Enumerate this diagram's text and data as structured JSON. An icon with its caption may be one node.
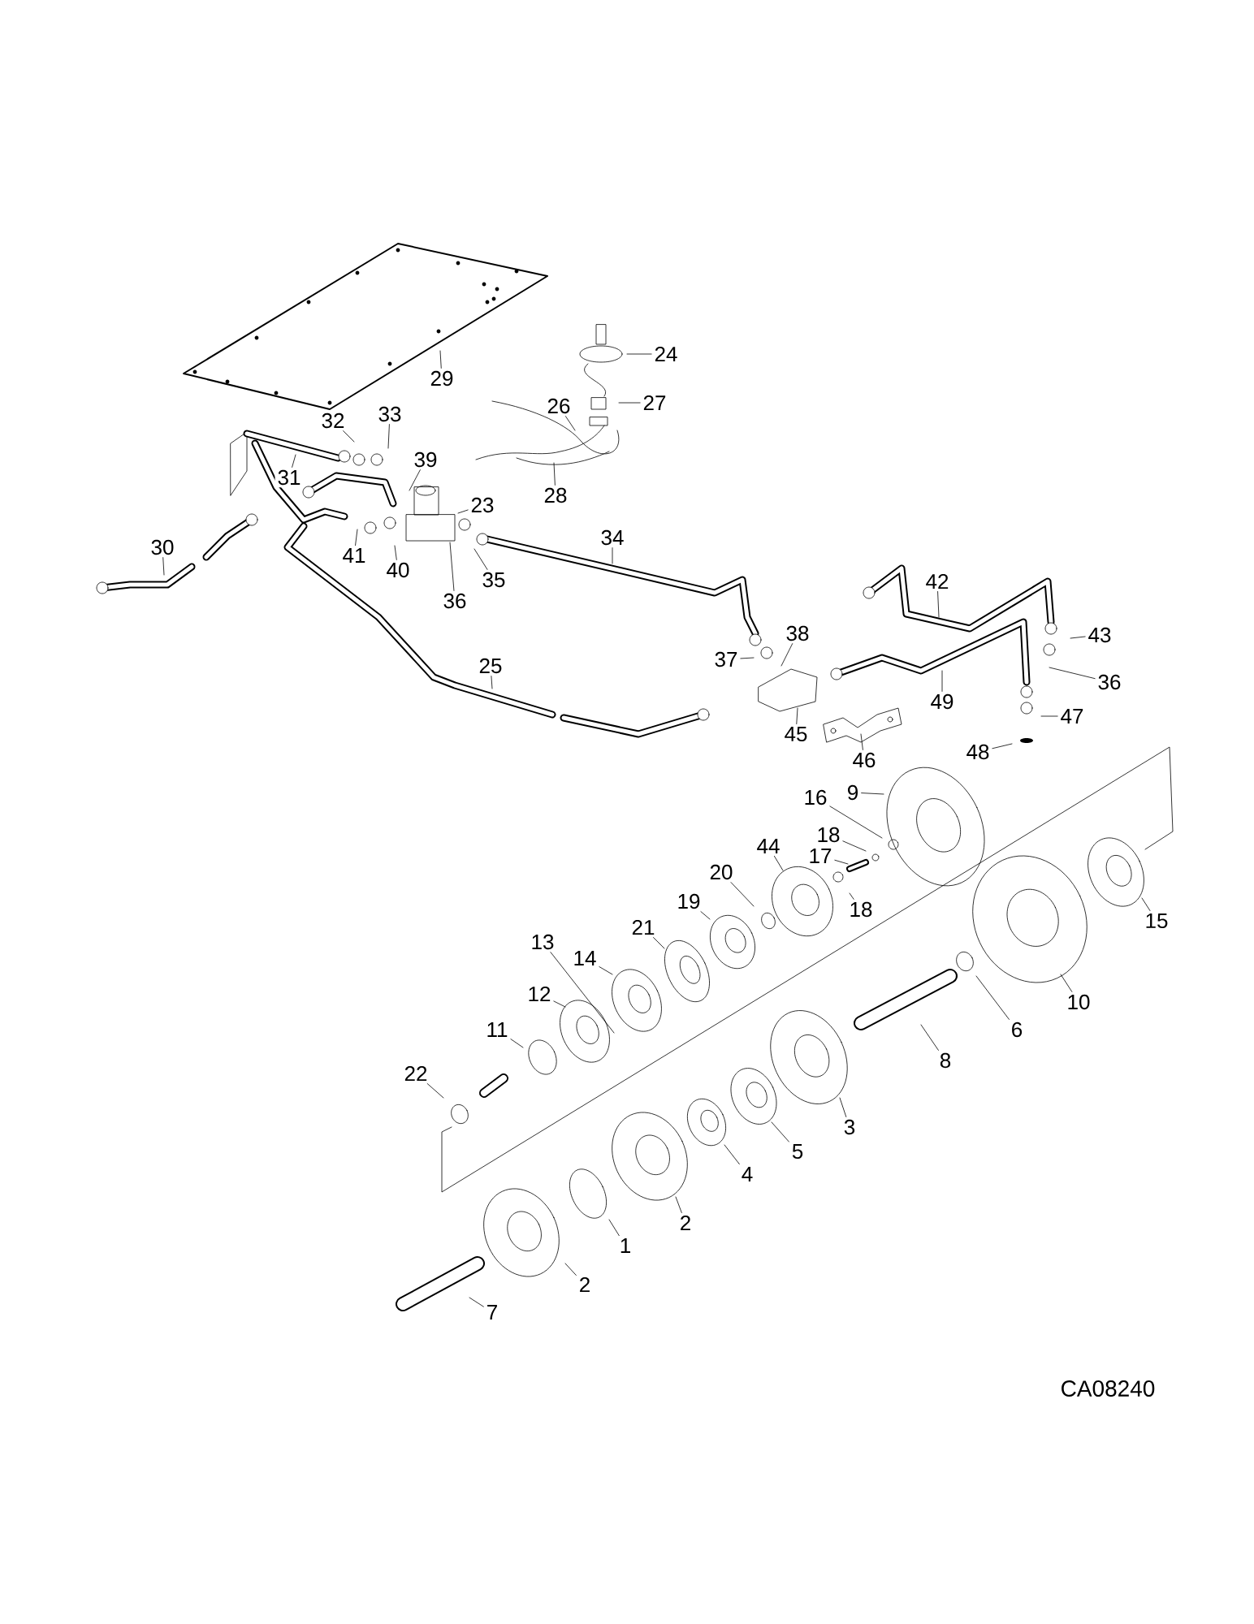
{
  "diagram": {
    "nodes": [
      {
        "text": [
          "29"
        ]
      },
      {
        "text": [
          "24"
        ]
      },
      {
        "text": [
          "26"
        ]
      },
      {
        "text": [
          "27"
        ]
      },
      {
        "text": [
          "33"
        ]
      },
      {
        "text": [
          "32"
        ]
      },
      {
        "text": [
          "28"
        ]
      },
      {
        "text": [
          "39"
        ]
      },
      {
        "text": [
          "31"
        ]
      },
      {
        "text": [
          "23"
        ]
      },
      {
        "text": [
          "30"
        ]
      },
      {
        "text": [
          "34"
        ]
      },
      {
        "text": [
          "41"
        ]
      },
      {
        "text": [
          "40"
        ]
      },
      {
        "text": [
          "35"
        ]
      },
      {
        "text": [
          "36"
        ]
      },
      {
        "text": [
          "42"
        ]
      },
      {
        "text": [
          "38"
        ]
      },
      {
        "text": [
          "43"
        ]
      },
      {
        "text": [
          "37"
        ]
      },
      {
        "text": [
          "25"
        ]
      },
      {
        "text": [
          "36"
        ]
      },
      {
        "text": [
          "49"
        ]
      },
      {
        "text": [
          "47"
        ]
      },
      {
        "text": [
          "45"
        ]
      },
      {
        "text": [
          "46"
        ]
      },
      {
        "text": [
          "48"
        ]
      },
      {
        "text": [
          "9"
        ]
      },
      {
        "text": [
          "16"
        ]
      },
      {
        "text": [
          "18"
        ]
      },
      {
        "text": [
          "44"
        ]
      },
      {
        "text": [
          "17"
        ]
      },
      {
        "text": [
          "20"
        ]
      },
      {
        "text": [
          "18"
        ]
      },
      {
        "text": [
          "21"
        ]
      },
      {
        "text": [
          "19"
        ]
      },
      {
        "text": [
          "13"
        ]
      },
      {
        "text": [
          "15"
        ]
      },
      {
        "text": [
          "14"
        ]
      },
      {
        "text": [
          "12"
        ]
      },
      {
        "text": [
          "10"
        ]
      },
      {
        "text": [
          "11"
        ]
      },
      {
        "text": [
          "6"
        ]
      },
      {
        "text": [
          "8"
        ]
      },
      {
        "text": [
          "22"
        ]
      },
      {
        "text": [
          "3"
        ]
      },
      {
        "text": [
          "5"
        ]
      },
      {
        "text": [
          "4"
        ]
      },
      {
        "text": [
          "2"
        ]
      },
      {
        "text": [
          "1"
        ]
      },
      {
        "text": [
          "2"
        ]
      },
      {
        "text": [
          "7"
        ]
      }
    ],
    "edges": [
      {
        "from": 0,
        "to": null,
        "arrow": "none"
      },
      {
        "from": 1,
        "to": null,
        "arrow": "none"
      },
      {
        "from": 2,
        "to": null,
        "arrow": "none"
      },
      {
        "from": 3,
        "to": null,
        "arrow": "none"
      },
      {
        "from": 4,
        "to": null,
        "arrow": "none"
      },
      {
        "from": 5,
        "to": null,
        "arrow": "none"
      },
      {
        "from": 6,
        "to": null,
        "arrow": "none"
      },
      {
        "from": 7,
        "to": null,
        "arrow": "none"
      },
      {
        "from": 8,
        "to": null,
        "arrow": "none"
      },
      {
        "from": 9,
        "to": null,
        "arrow": "none"
      },
      {
        "from": 10,
        "to": null,
        "arrow": "none"
      },
      {
        "from": 11,
        "to": null,
        "arrow": "none"
      },
      {
        "from": 12,
        "to": null,
        "arrow": "none"
      },
      {
        "from": 13,
        "to": null,
        "arrow": "none"
      },
      {
        "from": 14,
        "to": null,
        "arrow": "none"
      },
      {
        "from": 15,
        "to": null,
        "arrow": "none"
      },
      {
        "from": 16,
        "to": null,
        "arrow": "none"
      },
      {
        "from": 17,
        "to": null,
        "arrow": "none"
      },
      {
        "from": 18,
        "to": null,
        "arrow": "none"
      },
      {
        "from": 19,
        "to": null,
        "arrow": "none"
      },
      {
        "from": 20,
        "to": null,
        "arrow": "none"
      },
      {
        "from": 21,
        "to": null,
        "arrow": "none"
      },
      {
        "from": 22,
        "to": null,
        "arrow": "none"
      },
      {
        "from": 23,
        "to": null,
        "arrow": "none"
      },
      {
        "from": 24,
        "to": null,
        "arrow": "none"
      },
      {
        "from": 25,
        "to": null,
        "arrow": "none"
      },
      {
        "from": 26,
        "to": null,
        "arrow": "none"
      },
      {
        "from": 27,
        "to": null,
        "arrow": "none"
      },
      {
        "from": 28,
        "to": null,
        "arrow": "none"
      },
      {
        "from": 29,
        "to": null,
        "arrow": "none"
      },
      {
        "from": 30,
        "to": null,
        "arrow": "none"
      },
      {
        "from": 31,
        "to": null,
        "arrow": "none"
      },
      {
        "from": 32,
        "to": null,
        "arrow": "none"
      },
      {
        "from": 33,
        "to": null,
        "arrow": "none"
      },
      {
        "from": 34,
        "to": null,
        "arrow": "none"
      },
      {
        "from": 35,
        "to": null,
        "arrow": "none"
      },
      {
        "from": 36,
        "to": null,
        "arrow": "none"
      },
      {
        "from": 37,
        "to": null,
        "arrow": "none"
      },
      {
        "from": 38,
        "to": null,
        "arrow": "none"
      },
      {
        "from": 39,
        "to": null,
        "arrow": "none"
      },
      {
        "from": 40,
        "to": null,
        "arrow": "none"
      },
      {
        "from": 41,
        "to": null,
        "arrow": "none"
      },
      {
        "from": 42,
        "to": null,
        "arrow": "none"
      },
      {
        "from": 43,
        "to": null,
        "arrow": "none"
      },
      {
        "from": 44,
        "to": null,
        "arrow": "none"
      },
      {
        "from": 45,
        "to": null,
        "arrow": "none"
      },
      {
        "from": 46,
        "to": null,
        "arrow": "none"
      },
      {
        "from": 47,
        "to": null,
        "arrow": "none"
      },
      {
        "from": 48,
        "to": null,
        "arrow": "none"
      },
      {
        "from": 49,
        "to": null,
        "arrow": "none"
      },
      {
        "from": 50,
        "to": null,
        "arrow": "none"
      },
      {
        "from": 51,
        "to": null,
        "arrow": "none"
      }
    ],
    "labels": [
      "CA08240"
    ]
  }
}
